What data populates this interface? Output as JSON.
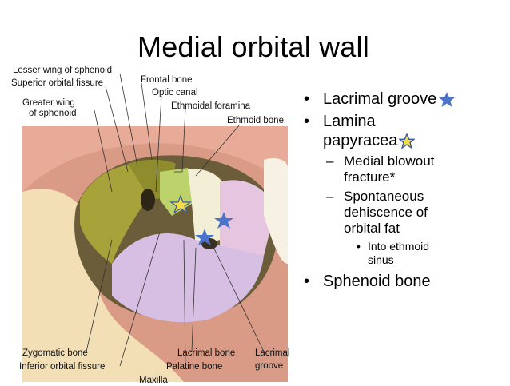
{
  "slide": {
    "title": "Medial orbital wall"
  },
  "figure": {
    "labels": {
      "lesser_wing": "Lesser wing of sphenoid",
      "superior_orbital_fissure": "Superior orbital fissure",
      "greater_wing_1": "Greater wing",
      "greater_wing_2": "of sphenoid",
      "frontal_bone": "Frontal bone",
      "optic_canal": "Optic canal",
      "ethmoidal_foramina": "Ethmoidal foramina",
      "ethmoid_bone": "Ethmoid bone",
      "zygomatic_bone": "Zygomatic bone",
      "inferior_orbital_fissure": "Inferior orbital fissure",
      "lacrimal_bone": "Lacrimal bone",
      "palatine_bone": "Palatine bone",
      "lacrimal_groove_1": "Lacrimal",
      "lacrimal_groove_2": "groove",
      "maxilla": "Maxilla"
    },
    "colors": {
      "blue_star": "#4a74c9",
      "yellow_star": "#f2dc4a",
      "sphenoid": "#a8a83a",
      "ethmoid": "#f3efd8",
      "lacrimal": "#e7c7e2",
      "palatine": "#b9d46e",
      "maxilla": "#d9c2e6",
      "zygomatic": "#f4e1b8",
      "frontal": "#e7a896"
    }
  },
  "bullets": {
    "lacrimal_groove": "Lacrimal groove",
    "lamina_line1": "Lamina",
    "lamina_line2": "papyracea",
    "medial_blowout_1": "Medial blowout",
    "medial_blowout_2": "fracture*",
    "spontaneous_1": "Spontaneous",
    "spontaneous_2": "dehiscence of",
    "spontaneous_3": "orbital fat",
    "into_ethmoid_1": "Into ethmoid",
    "into_ethmoid_2": "sinus",
    "sphenoid_bone": "Sphenoid bone"
  }
}
